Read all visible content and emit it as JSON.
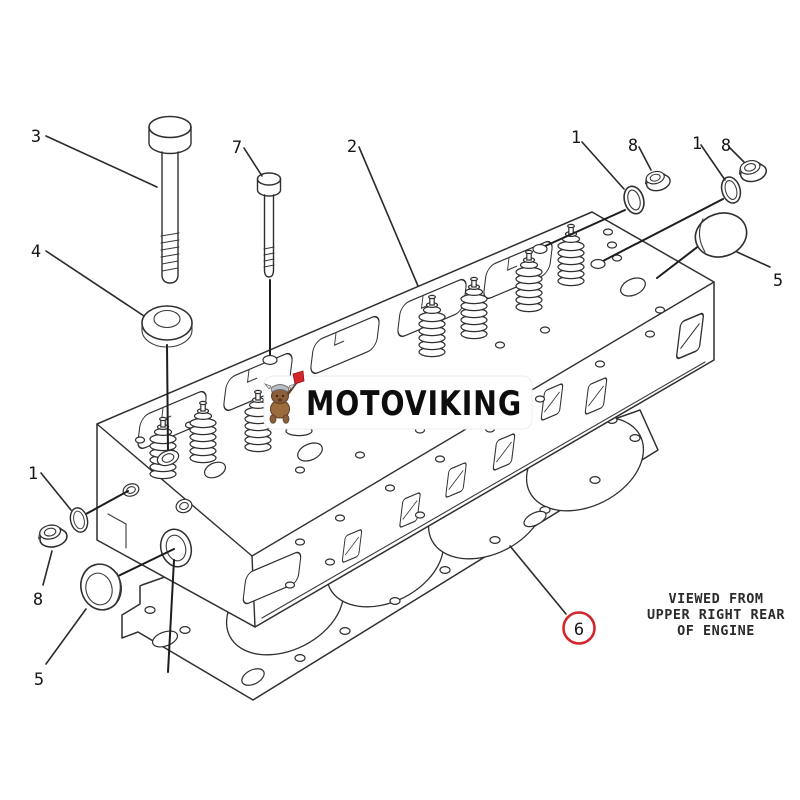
{
  "watermark": {
    "brand": "MOTOVIKING"
  },
  "note": {
    "line1": "VIEWED FROM",
    "line2": "UPPER RIGHT REAR",
    "line3": "OF ENGINE"
  },
  "callouts": {
    "bolt_long": "3",
    "washer": "4",
    "bolt_short": "7",
    "cylinder_head": "2",
    "seal_top_a": "1",
    "plug_top_a": "8",
    "seal_top_b": "1",
    "plug_top_b": "8",
    "cup_plug_right": "5",
    "seal_left": "1",
    "plug_left": "8",
    "cup_plug_left": "5",
    "head_gasket": "6"
  },
  "colors": {
    "line": "#2f2f2f",
    "accent_red": "#d3262b",
    "paper": "#ffffff",
    "mascot_brown": "#8b5e3c",
    "mascot_helmet": "#b9bcc2"
  }
}
